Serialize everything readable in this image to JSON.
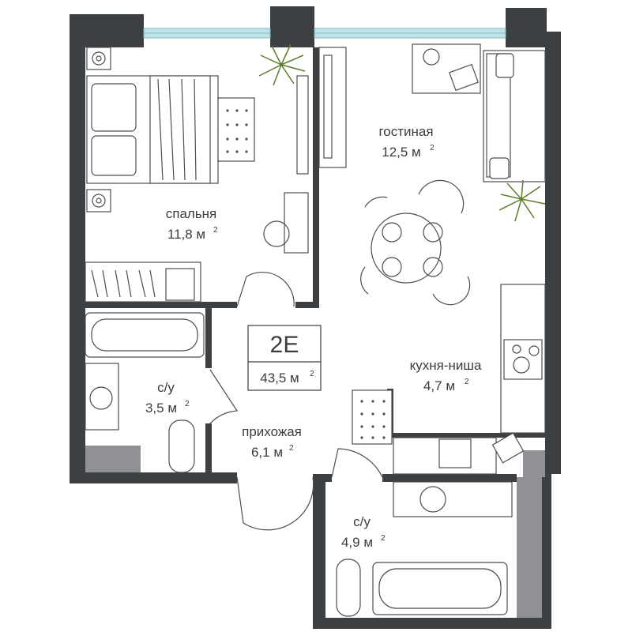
{
  "plan": {
    "apartment": {
      "code": "2Е",
      "area": "43,5 м",
      "unit_sup": "2"
    },
    "rooms": [
      {
        "id": "bedroom",
        "name": "спальня",
        "area": "11,8 м",
        "sup": "2"
      },
      {
        "id": "living",
        "name": "гостиная",
        "area": "12,5 м",
        "sup": "2"
      },
      {
        "id": "bath1",
        "name": "с/у",
        "area": "3,5 м",
        "sup": "2"
      },
      {
        "id": "hall",
        "name": "прихожая",
        "area": "6,1 м",
        "sup": "2"
      },
      {
        "id": "kitchen",
        "name": "кухня-ниша",
        "area": "4,7 м",
        "sup": "2"
      },
      {
        "id": "bath2",
        "name": "с/у",
        "area": "4,9 м",
        "sup": "2"
      }
    ]
  },
  "colors": {
    "wall": "#3d4043",
    "wall_grey": "#8f9194",
    "window": "#bfe4ea",
    "text": "#3a3d40",
    "plant": "#5c7d2e"
  }
}
